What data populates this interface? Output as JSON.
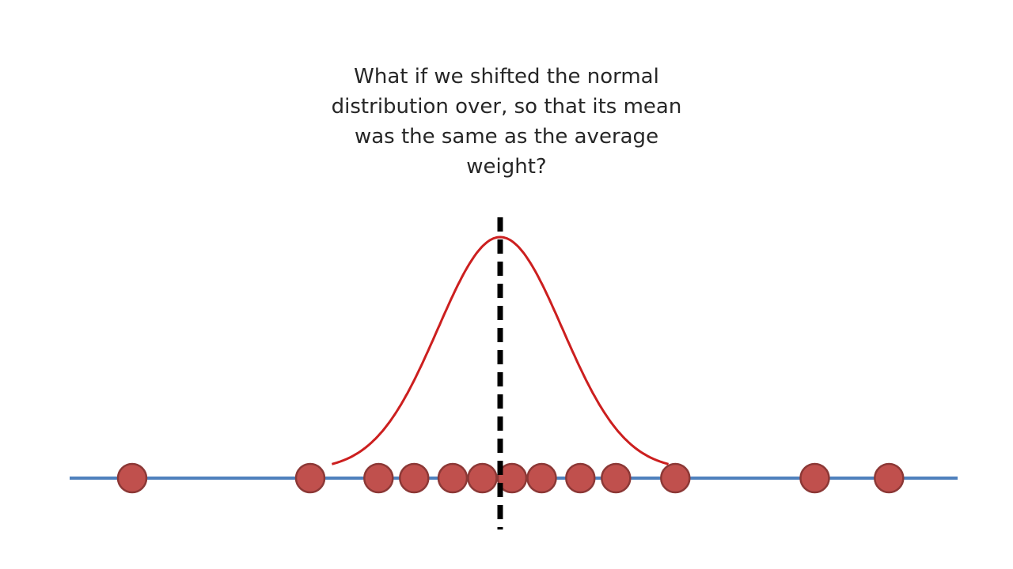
{
  "slide": {
    "caption_lines": [
      "What if we shifted the normal",
      "distribution over, so that its mean",
      "was the same as the average",
      "weight?"
    ]
  },
  "diagram": {
    "weights": [
      1.0,
      4.0,
      5.15,
      5.75,
      6.4,
      6.9,
      7.4,
      7.9,
      8.55,
      9.15,
      10.15,
      12.5,
      13.75
    ],
    "mean": 7.2,
    "normal_sd": 1.05,
    "normal_range_sd": 2.7,
    "colors": {
      "number_line": "#4f81bd",
      "points_fill": "#c0504d",
      "points_stroke": "#8c3836",
      "curve": "#cc1f1f",
      "mean_line": "#000000"
    }
  }
}
